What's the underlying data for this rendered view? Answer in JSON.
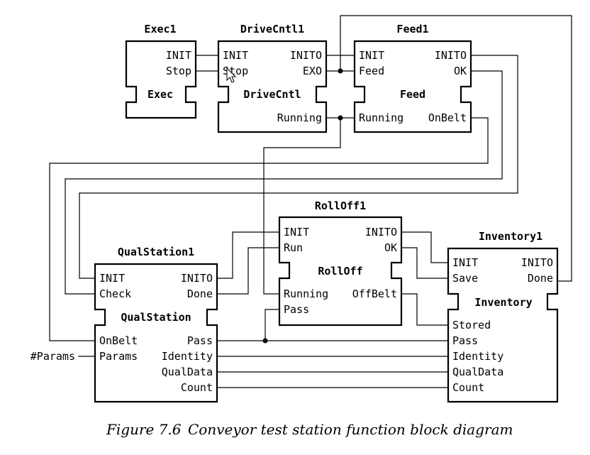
{
  "blocks": {
    "exec": {
      "instance": "Exec1",
      "type": "Exec",
      "inputs": [],
      "outputs": [
        "INIT",
        "Stop"
      ]
    },
    "drive": {
      "instance": "DriveCntl1",
      "type": "DriveCntl",
      "inputs": [
        "INIT",
        "Stop"
      ],
      "outputs": [
        "INITO",
        "EXO",
        "Running"
      ]
    },
    "feed": {
      "instance": "Feed1",
      "type": "Feed",
      "inputs": [
        "INIT",
        "Feed",
        "Running"
      ],
      "outputs": [
        "INITO",
        "OK",
        "OnBelt"
      ]
    },
    "rolloff": {
      "instance": "RollOff1",
      "type": "RollOff",
      "inputs": [
        "INIT",
        "Run",
        "Running",
        "Pass"
      ],
      "outputs": [
        "INITO",
        "OK",
        "OffBelt"
      ]
    },
    "qual": {
      "instance": "QualStation1",
      "type": "QualStation",
      "inputs": [
        "INIT",
        "Check",
        "OnBelt",
        "Params"
      ],
      "outputs": [
        "INITO",
        "Done",
        "Pass",
        "Identity",
        "QualData",
        "Count"
      ]
    },
    "inv": {
      "instance": "Inventory1",
      "type": "Inventory",
      "inputs": [
        "INIT",
        "Save",
        "Stored",
        "Pass",
        "Identity",
        "QualData",
        "Count"
      ],
      "outputs": [
        "INITO",
        "Done"
      ]
    }
  },
  "external_input": "#Params",
  "caption": {
    "label": "Figure 7.6",
    "text": "Conveyor test station function block diagram"
  }
}
